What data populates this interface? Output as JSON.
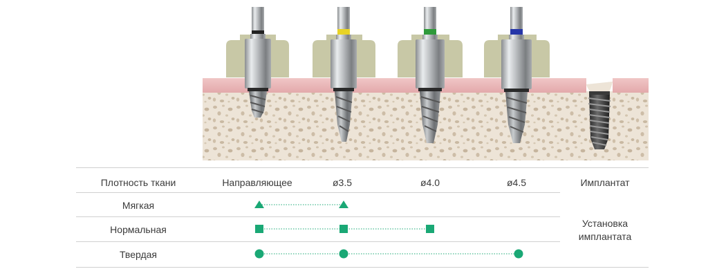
{
  "table": {
    "header": {
      "tissue": "Плотность ткани",
      "guide": "Направляющее",
      "d35": "ø3.5",
      "d40": "ø4.0",
      "d45": "ø4.5",
      "implant": "Имплантат"
    },
    "rows": [
      {
        "label": "Мягкая",
        "marker": "triangle",
        "steps": [
          "guide",
          "d35"
        ]
      },
      {
        "label": "Нормальная",
        "marker": "square",
        "steps": [
          "guide",
          "d35",
          "d40"
        ]
      },
      {
        "label": "Твердая",
        "marker": "circle",
        "steps": [
          "guide",
          "d35",
          "d45"
        ]
      }
    ],
    "implant_note": [
      "Установка",
      "имплантата"
    ]
  },
  "illustration": {
    "drills": [
      {
        "band_color": "#222222",
        "tip": "narrow"
      },
      {
        "band_color": "#e8d326",
        "tip": "medium"
      },
      {
        "band_color": "#2f9a3a",
        "tip": "medium"
      },
      {
        "band_color": "#2636a8",
        "tip": "wide"
      }
    ]
  },
  "colors": {
    "accent": "#1aa875",
    "gum": "#e9b8b8",
    "bone": "#ece3d6",
    "guide_sleeve": "#c9c9a8"
  }
}
